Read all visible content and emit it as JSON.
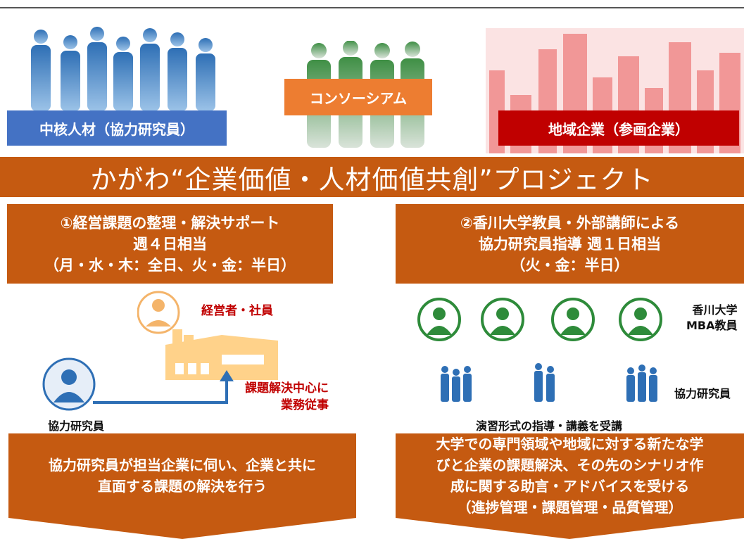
{
  "header": {
    "core_talent_label": "中核人材（協力研究員）",
    "consortium_label": "コンソーシアム",
    "local_company_label": "地域企業（参画企業）"
  },
  "banner": {
    "title": "かがわ“企業価値・人材価値共創”プロジェクト"
  },
  "left": {
    "heading_lines": [
      "①経営課題の整理・解決サポート",
      "週４日相当",
      "（月・水・木：全日、火・金：半日）"
    ],
    "management_label": "経営者・社員",
    "problem_solving_lines": [
      "課題解決中心に",
      "業務従事"
    ],
    "researcher_label": "協力研究員",
    "result_lines": [
      "協力研究員が担当企業に伺い、企業と共に",
      "直面する課題の解決を行う"
    ]
  },
  "right": {
    "heading_lines": [
      "②香川大学教員・外部講師による",
      "協力研究員指導 週１日相当",
      "（火・金：半日）"
    ],
    "mba_lines": [
      "香川大学",
      "MBA教員"
    ],
    "researcher_label": "協力研究員",
    "lecture_label": "演習形式の指導・講義を受講",
    "result_lines": [
      "大学での専門領域や地域に対する新たな学",
      "びと企業の課題解決、その先のシナリオ作",
      "成に関する助言・アドバイスを受ける",
      "（進捗管理・課題管理・品質管理）"
    ]
  },
  "colors": {
    "banner_orange": "#c55a11",
    "core_blue": "#4472c4",
    "consortium_orange": "#ed7d31",
    "company_red": "#c00000",
    "teacher_green": "#2e8b3a"
  }
}
